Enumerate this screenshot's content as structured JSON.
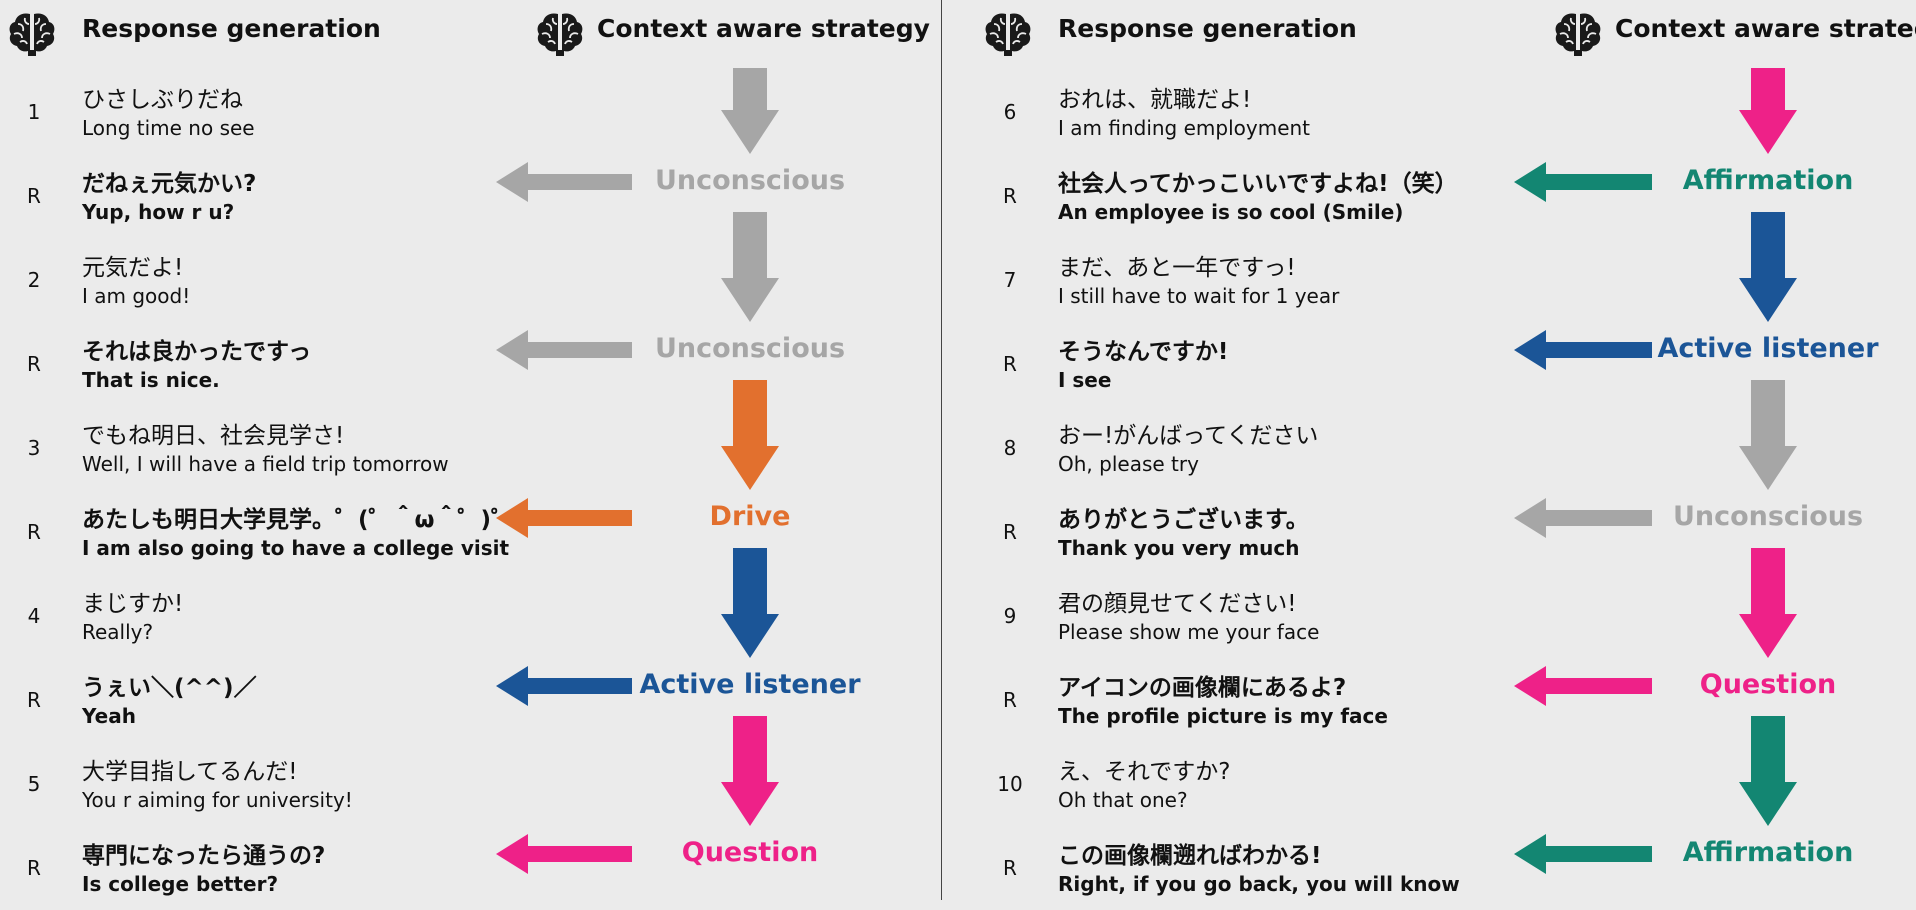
{
  "colors": {
    "unconscious": "#a6a6a6",
    "drive": "#e2702e",
    "active_listener": "#1b5597",
    "question": "#ee2188",
    "affirmation": "#138672"
  },
  "panels": [
    {
      "header": {
        "response_title": "Response generation",
        "strategy_title": "Context aware strategy",
        "icon": "brain-icon"
      },
      "rows": [
        {
          "num": "1",
          "jp": "ひさしぶりだね",
          "en": "Long time no see"
        },
        {
          "num": "R",
          "jp": "だねぇ元気かい?",
          "en": "Yup, how r u?"
        },
        {
          "num": "2",
          "jp": "元気だよ!",
          "en": "I am good!"
        },
        {
          "num": "R",
          "jp": "それは良かったですっ",
          "en": "That is nice."
        },
        {
          "num": "3",
          "jp": "でもね明日、社会見学さ!",
          "en": "Well, I will have a field trip tomorrow"
        },
        {
          "num": "R",
          "jp": "あたしも明日大学見学。゜(゜＾ω＾゜)゜。",
          "en": "I am also going to have a college visit"
        },
        {
          "num": "4",
          "jp": "まじすか!",
          "en": "Really?"
        },
        {
          "num": "R",
          "jp": "うぇい＼(^^)／",
          "en": "Yeah"
        },
        {
          "num": "5",
          "jp": "大学目指してるんだ!",
          "en": "You r aiming for university!"
        },
        {
          "num": "R",
          "jp": "専門になったら通うの?",
          "en": "Is college better?"
        }
      ],
      "strategies": [
        {
          "label": "Unconscious",
          "key": "unconscious"
        },
        {
          "label": "Unconscious",
          "key": "unconscious"
        },
        {
          "label": "Drive",
          "key": "drive"
        },
        {
          "label": "Active listener",
          "key": "active_listener"
        },
        {
          "label": "Question",
          "key": "question"
        }
      ],
      "incoming_arrow_key": "unconscious"
    },
    {
      "header": {
        "response_title": "Response generation",
        "strategy_title": "Context aware strategy",
        "icon": "brain-icon"
      },
      "rows": [
        {
          "num": "6",
          "jp": "おれは、就職だよ!",
          "en": "I am finding employment"
        },
        {
          "num": "R",
          "jp": "社会人ってかっこいいですよね!（笑）",
          "en": "An employee is so cool (Smile)"
        },
        {
          "num": "7",
          "jp": "まだ、あと一年ですっ!",
          "en": "I still have to wait for 1 year"
        },
        {
          "num": "R",
          "jp": "そうなんですか!",
          "en": "I see"
        },
        {
          "num": "8",
          "jp": "おー!がんばってください",
          "en": "Oh, please try"
        },
        {
          "num": "R",
          "jp": "ありがとうございます。",
          "en": "Thank you very much"
        },
        {
          "num": "9",
          "jp": "君の顔見せてください!",
          "en": "Please show me your face"
        },
        {
          "num": "R",
          "jp": "アイコンの画像欄にあるよ?",
          "en": "The profile picture is my face"
        },
        {
          "num": "10",
          "jp": "え、それですか?",
          "en": "Oh that one?"
        },
        {
          "num": "R",
          "jp": "この画像欄遡ればわかる!",
          "en": "Right, if you go back, you will know"
        }
      ],
      "strategies": [
        {
          "label": "Affirmation",
          "key": "affirmation"
        },
        {
          "label": "Active listener",
          "key": "active_listener"
        },
        {
          "label": "Unconscious",
          "key": "unconscious"
        },
        {
          "label": "Question",
          "key": "question"
        },
        {
          "label": "Affirmation",
          "key": "affirmation"
        }
      ],
      "incoming_arrow_key": "question"
    }
  ]
}
